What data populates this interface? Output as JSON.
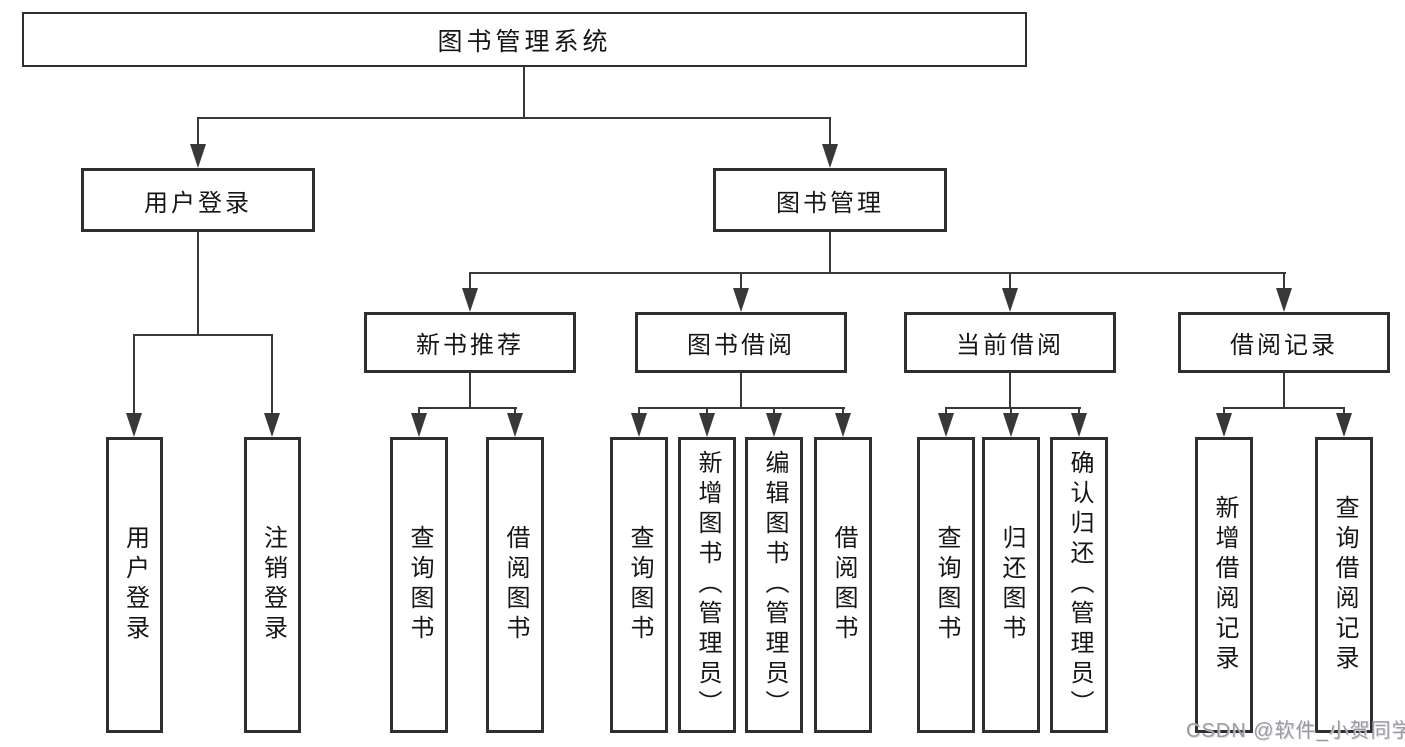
{
  "root": {
    "label": "图书管理系统"
  },
  "branches": [
    {
      "label": "用户登录",
      "children": [
        {
          "label": "用户登录"
        },
        {
          "label": "注销登录"
        }
      ]
    },
    {
      "label": "图书管理",
      "sections": [
        {
          "label": "新书推荐",
          "children": [
            {
              "label": "查询图书"
            },
            {
              "label": "借阅图书"
            }
          ]
        },
        {
          "label": "图书借阅",
          "children": [
            {
              "label": "查询图书"
            },
            {
              "label": "新增图书（管理员）"
            },
            {
              "label": "编辑图书（管理员）"
            },
            {
              "label": "借阅图书"
            }
          ]
        },
        {
          "label": "当前借阅",
          "children": [
            {
              "label": "查询图书"
            },
            {
              "label": "归还图书"
            },
            {
              "label": "确认归还（管理员）"
            }
          ]
        },
        {
          "label": "借阅记录",
          "children": [
            {
              "label": "新增借阅记录"
            },
            {
              "label": "查询借阅记录"
            }
          ]
        }
      ]
    }
  ],
  "watermark": {
    "text": "CSDN @软件_小贺同学"
  },
  "colors": {
    "line": "#383838",
    "box_border": "#2f2f2f",
    "text": "#161616",
    "watermark": "#9b9ba1",
    "background": "#ffffff"
  }
}
